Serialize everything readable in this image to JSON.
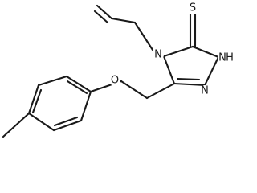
{
  "atoms": {
    "sulfur": "S",
    "nitrogen_4": "N",
    "nitrogen_nh": "N",
    "hydrogen_nh": "H",
    "nitrogen_1": "N",
    "oxygen": "O"
  },
  "colors": {
    "bond": "#1a1a1a",
    "background": "#ffffff"
  }
}
